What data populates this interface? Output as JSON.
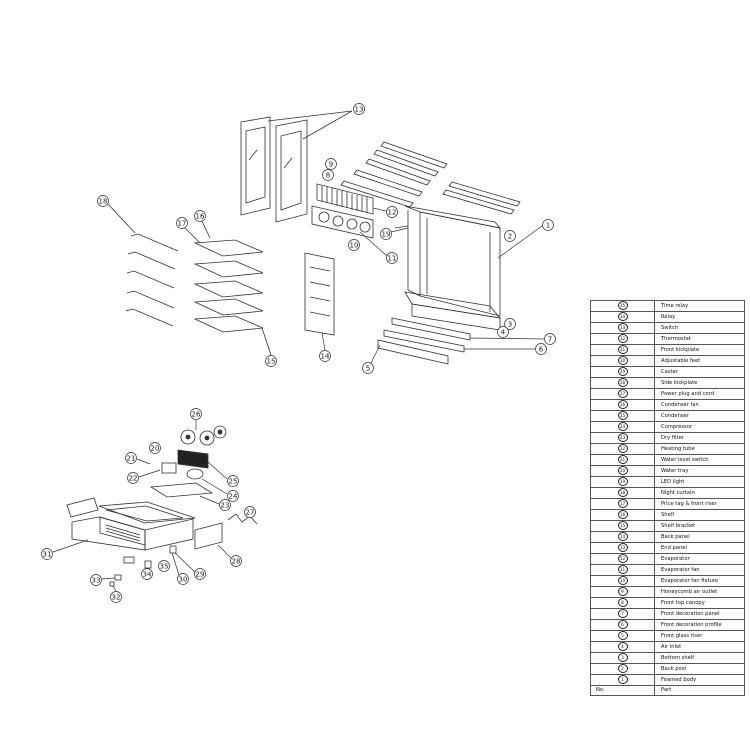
{
  "callouts": [
    "1",
    "2",
    "3",
    "4",
    "5",
    "6",
    "7",
    "8",
    "9",
    "10",
    "11",
    "12",
    "13",
    "14",
    "15",
    "16",
    "17",
    "18",
    "19",
    "20",
    "21",
    "22",
    "23",
    "24",
    "25",
    "26",
    "27",
    "28",
    "29",
    "30",
    "31",
    "32",
    "33",
    "34",
    "35"
  ],
  "parts_table": {
    "rows": [
      {
        "no": "35",
        "part": "Time relay"
      },
      {
        "no": "34",
        "part": "Relay"
      },
      {
        "no": "33",
        "part": "Switch"
      },
      {
        "no": "32",
        "part": "Thermostat"
      },
      {
        "no": "31",
        "part": "Front kickplate"
      },
      {
        "no": "30",
        "part": "Adjustable feet"
      },
      {
        "no": "29",
        "part": "Caster"
      },
      {
        "no": "28",
        "part": "Side kickplate"
      },
      {
        "no": "27",
        "part": "Power plug and cord"
      },
      {
        "no": "26",
        "part": "Condenser fan"
      },
      {
        "no": "25",
        "part": "Condenser"
      },
      {
        "no": "24",
        "part": "Compressor"
      },
      {
        "no": "23",
        "part": "Dry filter"
      },
      {
        "no": "22",
        "part": "Heating tube"
      },
      {
        "no": "21",
        "part": "Water level switch"
      },
      {
        "no": "20",
        "part": "Water tray"
      },
      {
        "no": "19",
        "part": "LED light"
      },
      {
        "no": "18",
        "part": "Night curtain"
      },
      {
        "no": "17",
        "part": "Price tag & front riser"
      },
      {
        "no": "16",
        "part": "Shelf"
      },
      {
        "no": "15",
        "part": "Shelf bracket"
      },
      {
        "no": "14",
        "part": "Back panel"
      },
      {
        "no": "13",
        "part": "End panel"
      },
      {
        "no": "12",
        "part": "Evaporator"
      },
      {
        "no": "11",
        "part": "Evaporator fan"
      },
      {
        "no": "10",
        "part": "Evaporator fan fixture"
      },
      {
        "no": "9",
        "part": "Honeycomb air outlet"
      },
      {
        "no": "8",
        "part": "Front top canopy"
      },
      {
        "no": "7",
        "part": "Front decoration panel"
      },
      {
        "no": "6",
        "part": "Front decoration profile"
      },
      {
        "no": "5",
        "part": "Front glass riser"
      },
      {
        "no": "4",
        "part": "Air inlet"
      },
      {
        "no": "3",
        "part": "Bottom shelf"
      },
      {
        "no": "2",
        "part": "Back post"
      },
      {
        "no": "1",
        "part": "Foamed body"
      }
    ],
    "footer": {
      "no": "No.",
      "part": "Part"
    }
  }
}
